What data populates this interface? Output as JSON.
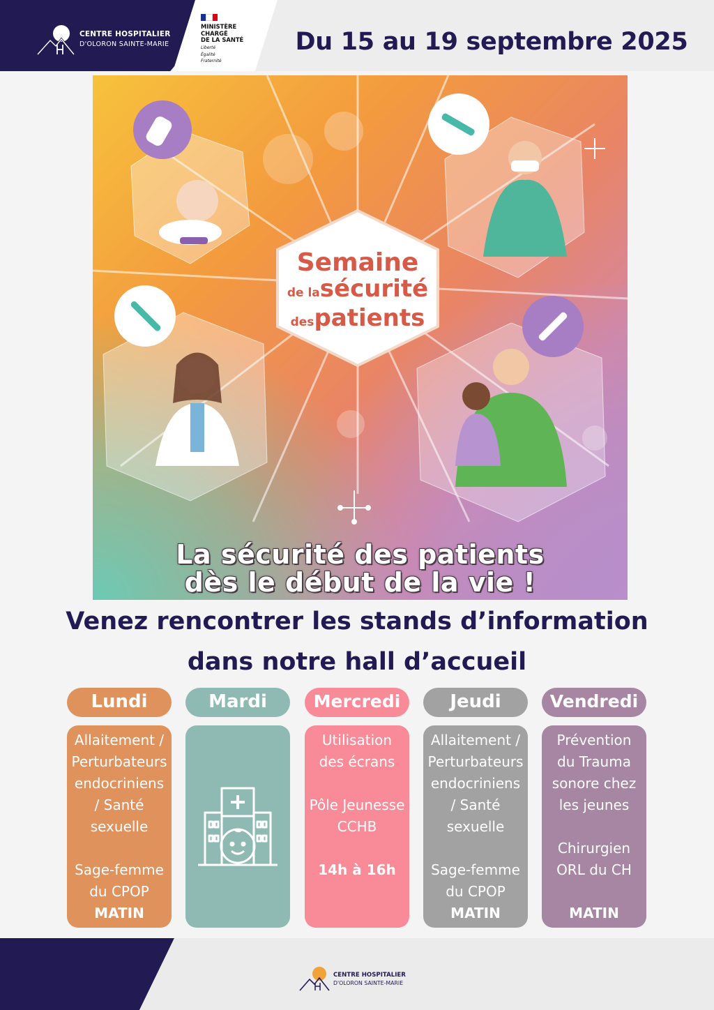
{
  "header": {
    "hospital_line1": "CENTRE HOSPITALIER",
    "hospital_line2": "D'OLORON SAINTE-MARIE",
    "ministry_line1": "MINISTÈRE",
    "ministry_line2": "CHARGÉ",
    "ministry_line3": "DE LA SANTÉ",
    "motto_line1": "Liberté",
    "motto_line2": "Égalité",
    "motto_line3": "Fraternité",
    "date_title": "Du 15 au 19 septembre 2025"
  },
  "poster": {
    "title_line1": "Semaine",
    "title_line2_small": "de la",
    "title_line2": "sécurité",
    "title_line3_small": "des",
    "title_line3": "patients",
    "slogan_line1": "La sécurité des patients",
    "slogan_line2": "dès le début de la vie !"
  },
  "intro": {
    "line1": "Venez rencontrer les stands d’information",
    "line2": "dans notre hall d’accueil"
  },
  "days": [
    {
      "name": "Lundi",
      "color": "#e0925d",
      "lines": [
        "Allaitement /",
        "Perturbateurs",
        "endocriniens",
        "/ Santé",
        "sexuelle",
        "",
        "Sage-femme",
        "du CPOP"
      ],
      "highlight": "MATIN"
    },
    {
      "name": "Mardi",
      "color": "#8fbab3",
      "icon": "hospital-baby-icon"
    },
    {
      "name": "Mercredi",
      "color": "#f98b98",
      "lines": [
        "Utilisation",
        "des écrans",
        "",
        "Pôle Jeunesse",
        "CCHB",
        ""
      ],
      "highlight": "14h à 16h"
    },
    {
      "name": "Jeudi",
      "color": "#a2a2a2",
      "lines": [
        "Allaitement /",
        "Perturbateurs",
        "endocriniens",
        "/ Santé",
        "sexuelle",
        "",
        "Sage-femme",
        "du CPOP"
      ],
      "highlight": "MATIN"
    },
    {
      "name": "Vendredi",
      "color": "#a686a2",
      "lines": [
        "Prévention",
        "du Trauma",
        "sonore chez",
        "les jeunes",
        "",
        "Chirurgien",
        "ORL du CH",
        ""
      ],
      "highlight": "MATIN"
    }
  ],
  "footer": {
    "hospital_line1": "CENTRE HOSPITALIER",
    "hospital_line2": "D'OLORON SAINTE-MARIE"
  },
  "colors": {
    "navy": "#221a52",
    "poster_title": "#d65a47"
  }
}
